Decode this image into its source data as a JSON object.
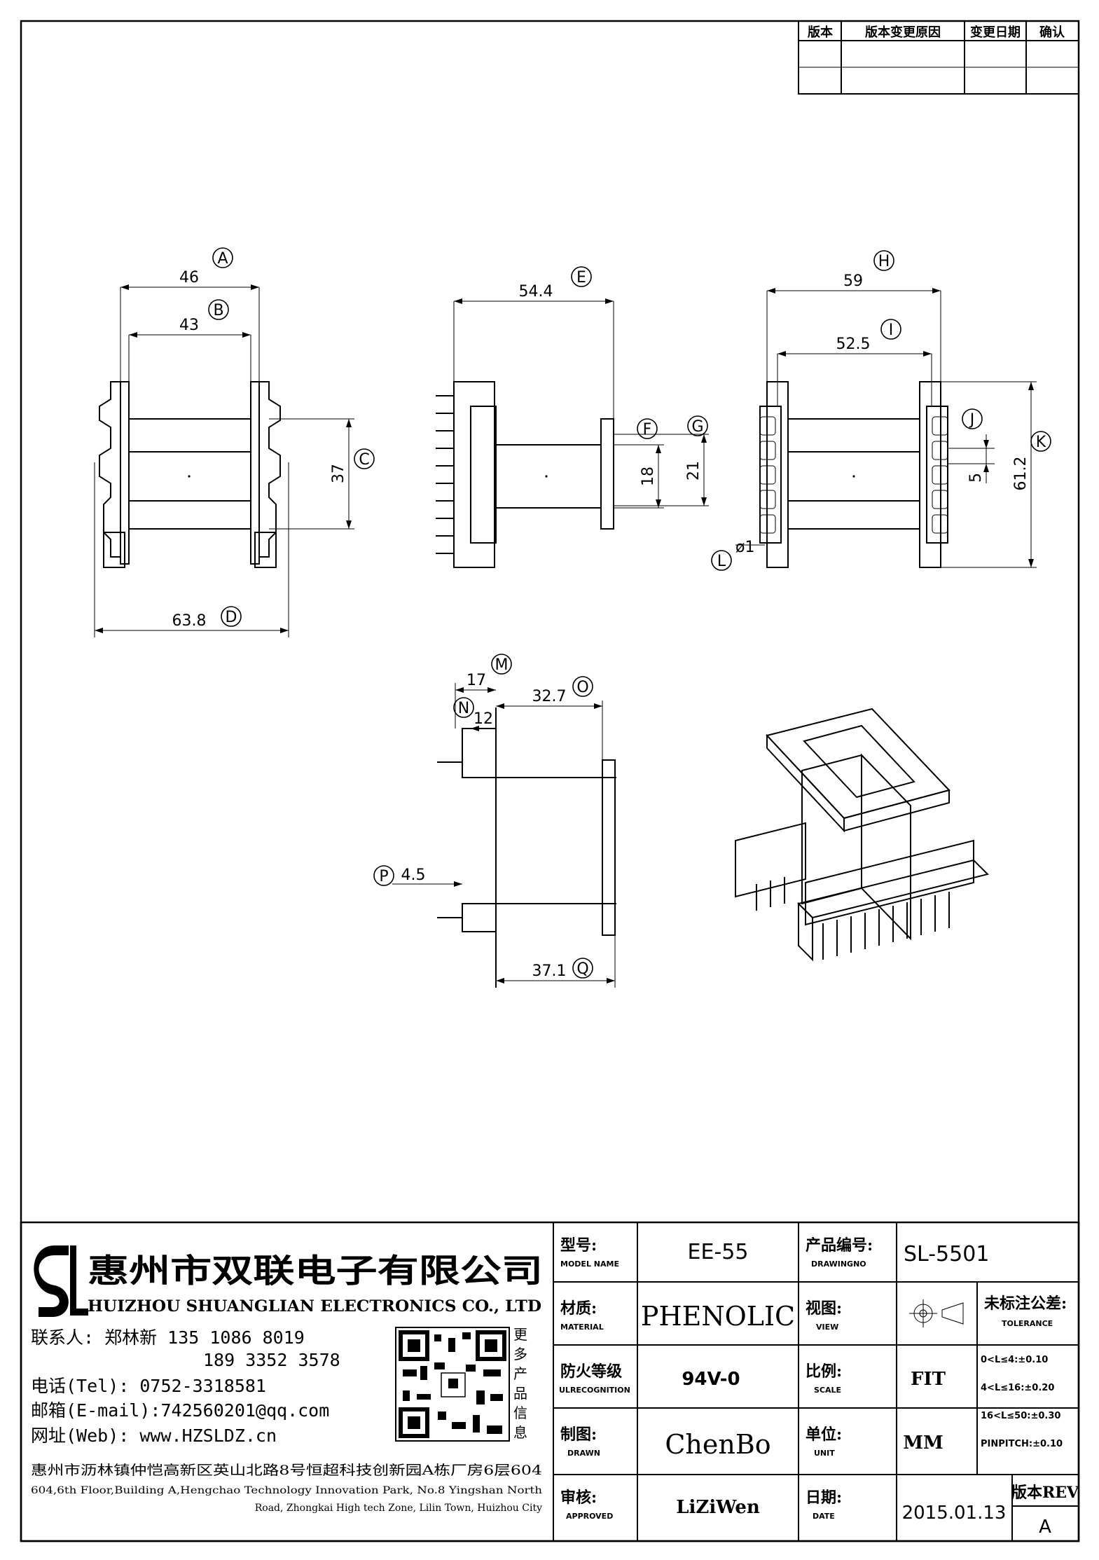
{
  "revision_table": {
    "headers": [
      "版本",
      "版本变更原因",
      "变更日期",
      "确认"
    ]
  },
  "dimensions": {
    "front_view": [
      {
        "label": "A",
        "value": "46"
      },
      {
        "label": "B",
        "value": "43"
      },
      {
        "label": "C",
        "value": "37"
      },
      {
        "label": "D",
        "value": "63.8"
      }
    ],
    "side_view": [
      {
        "label": "E",
        "value": "54.4"
      },
      {
        "label": "F",
        "value": "18"
      },
      {
        "label": "G",
        "value": "21"
      }
    ],
    "right_view": [
      {
        "label": "H",
        "value": "59"
      },
      {
        "label": "I",
        "value": "52.5"
      },
      {
        "label": "J",
        "value": "5"
      },
      {
        "label": "K",
        "value": "61.2"
      },
      {
        "label": "L",
        "value": "ø1"
      }
    ],
    "bottom_view": [
      {
        "label": "M",
        "value": "17"
      },
      {
        "label": "N",
        "value": "12"
      },
      {
        "label": "O",
        "value": "32.7"
      },
      {
        "label": "P",
        "value": "4.5"
      },
      {
        "label": "Q",
        "value": "37.1"
      }
    ]
  },
  "company": {
    "name_cn": "惠州市双联电子有限公司",
    "name_en": "HUIZHOU SHUANGLIAN ELECTRONICS CO., LTD",
    "contact_line1": "联系人: 郑林新  135 1086 8019",
    "contact_line2": "189 3352 3578",
    "tel": "电话(Tel): 0752-3318581",
    "email": "邮箱(E-mail):742560201@qq.com",
    "web": "网址(Web): www.HZSLDZ.cn",
    "qr_caption": [
      "更",
      "多",
      "产",
      "品",
      "信",
      "息"
    ],
    "address_cn": "惠州市沥林镇仲恺高新区英山北路8号恒超科技创新园A栋厂房6层604",
    "address_en_line1": "604,6th Floor,Building A,Hengchao Technology Innovation Park, No.8 Yingshan North",
    "address_en_line2": "Road, Zhongkai High tech Zone, Lilin Town, Huizhou City"
  },
  "title_block": {
    "model": {
      "label_cn": "型号:",
      "label_en": "MODEL NAME",
      "value": "EE-55"
    },
    "drawing_no": {
      "label_cn": "产品编号:",
      "label_en": "DRAWINGNO",
      "value": "SL-5501"
    },
    "material": {
      "label_cn": "材质:",
      "label_en": "MATERIAL",
      "value": "PHENOLIC"
    },
    "view": {
      "label_cn": "视图:",
      "label_en": "VIEW"
    },
    "tolerance": {
      "label_cn": "未标注公差:",
      "label_en": "TOLERANCE",
      "rows": [
        "0<L≤4:±0.10",
        "4<L≤16:±0.20",
        "16<L≤50:±0.30",
        "PINPITCH:±0.10"
      ]
    },
    "flammability": {
      "label_cn": "防火等级",
      "label_en": "ULRECOGNITION",
      "value": "94V-0"
    },
    "scale": {
      "label_cn": "比例:",
      "label_en": "SCALE",
      "value": "FIT"
    },
    "drawn": {
      "label_cn": "制图:",
      "label_en": "DRAWN",
      "value": "ChenBo"
    },
    "unit": {
      "label_cn": "单位:",
      "label_en": "UNIT",
      "value": "MM"
    },
    "approved": {
      "label_cn": "审核:",
      "label_en": "APPROVED",
      "value": "LiZiWen"
    },
    "date": {
      "label_cn": "日期:",
      "label_en": "DATE",
      "value": "2015.01.13"
    },
    "revision": {
      "label": "版本REV",
      "value": "A"
    }
  }
}
